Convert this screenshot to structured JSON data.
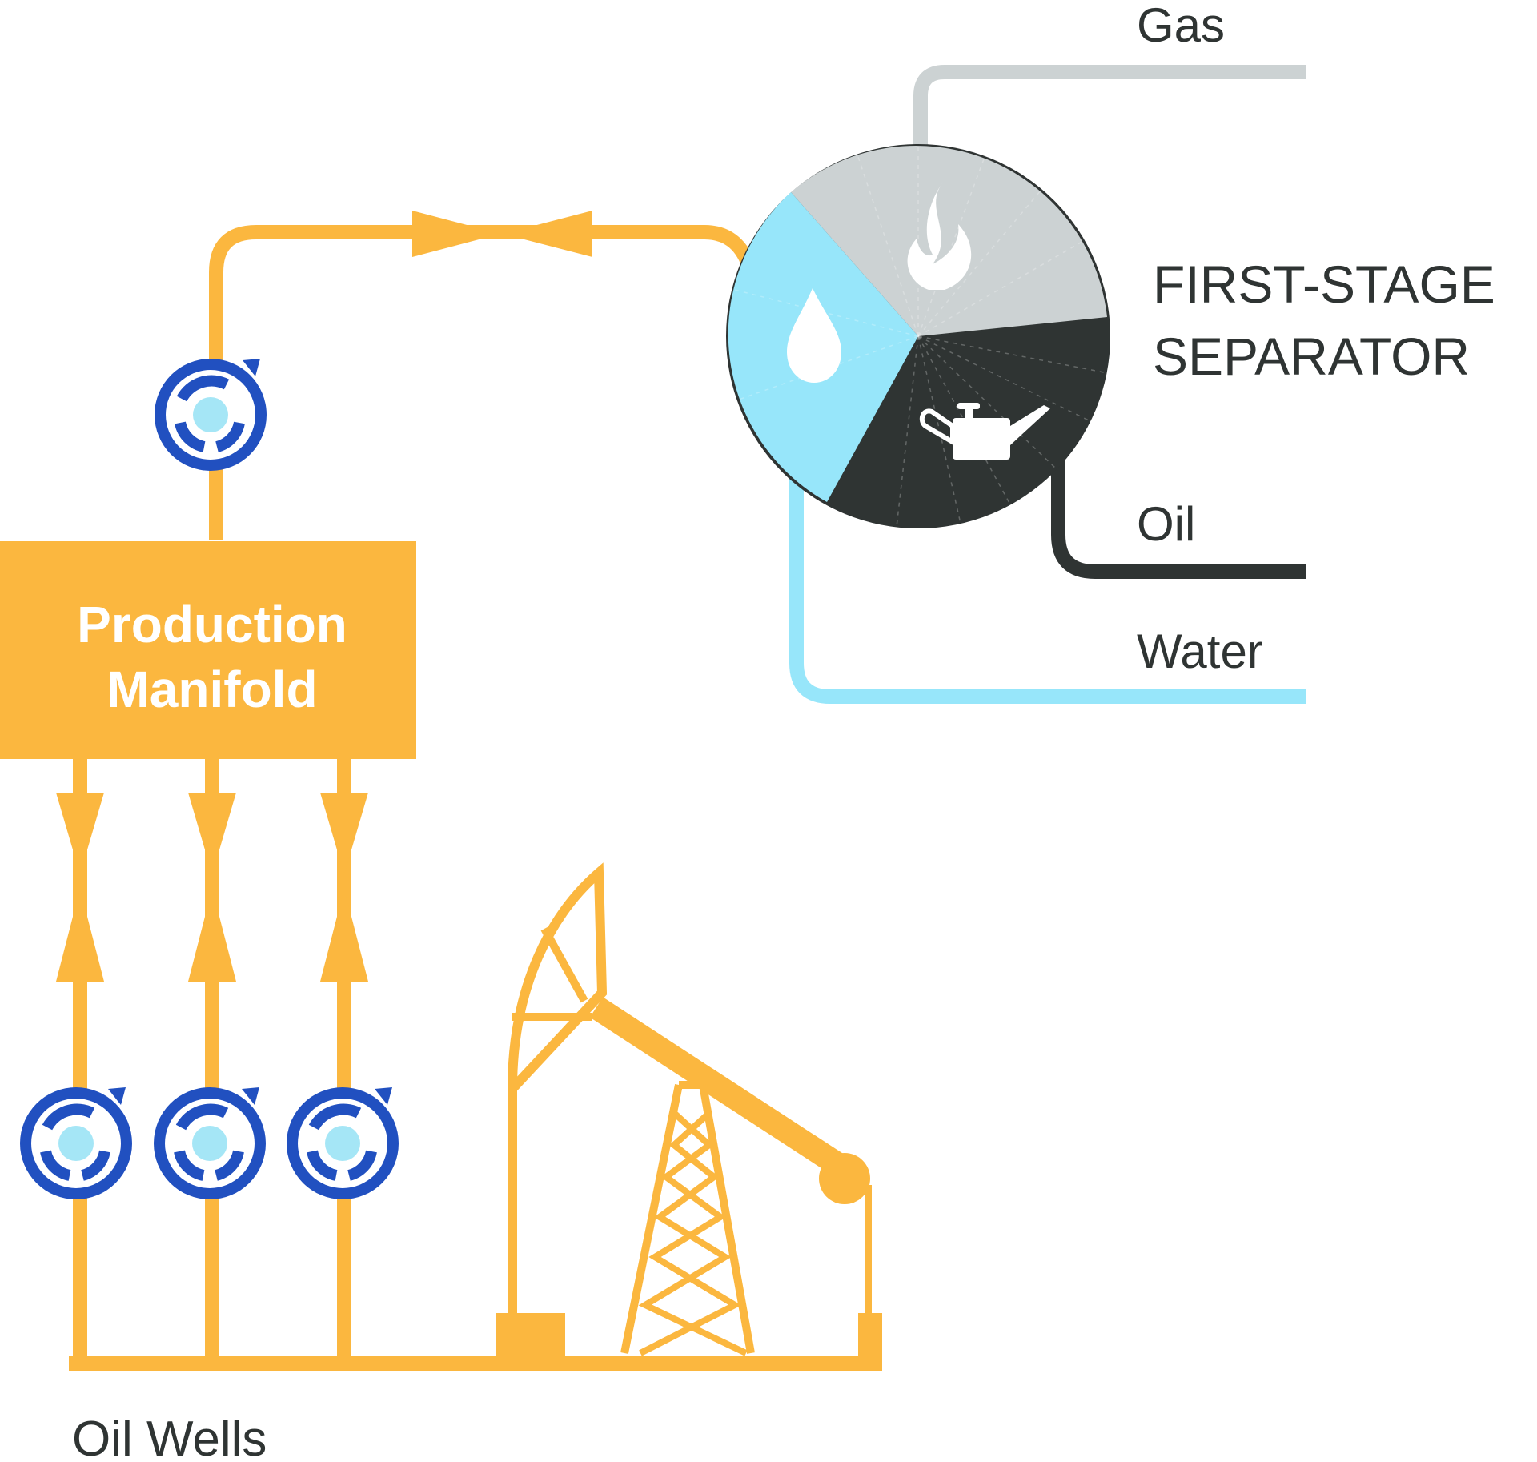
{
  "labels": {
    "gas": "Gas",
    "separator_line1": "FIRST-STAGE",
    "separator_line2": "SEPARATOR",
    "oil": "Oil",
    "water": "Water",
    "manifold_line1": "Production",
    "manifold_line2": "Manifold",
    "oil_wells": "Oil Wells"
  },
  "icons": {
    "separator": "pie-separator-icon",
    "gas": "flame-icon",
    "water": "water-drop-icon",
    "oil": "oil-can-icon",
    "valve": "valve-icon",
    "pumpjack": "pumpjack-icon"
  },
  "colors": {
    "flow": "#fbb73f",
    "gas": "#ccd2d3",
    "water": "#97e6fa",
    "oil": "#2f3433",
    "valve": "#2150c0",
    "valve_center": "#a5e6f6",
    "text": "#2f3433",
    "white": "#ffffff"
  }
}
